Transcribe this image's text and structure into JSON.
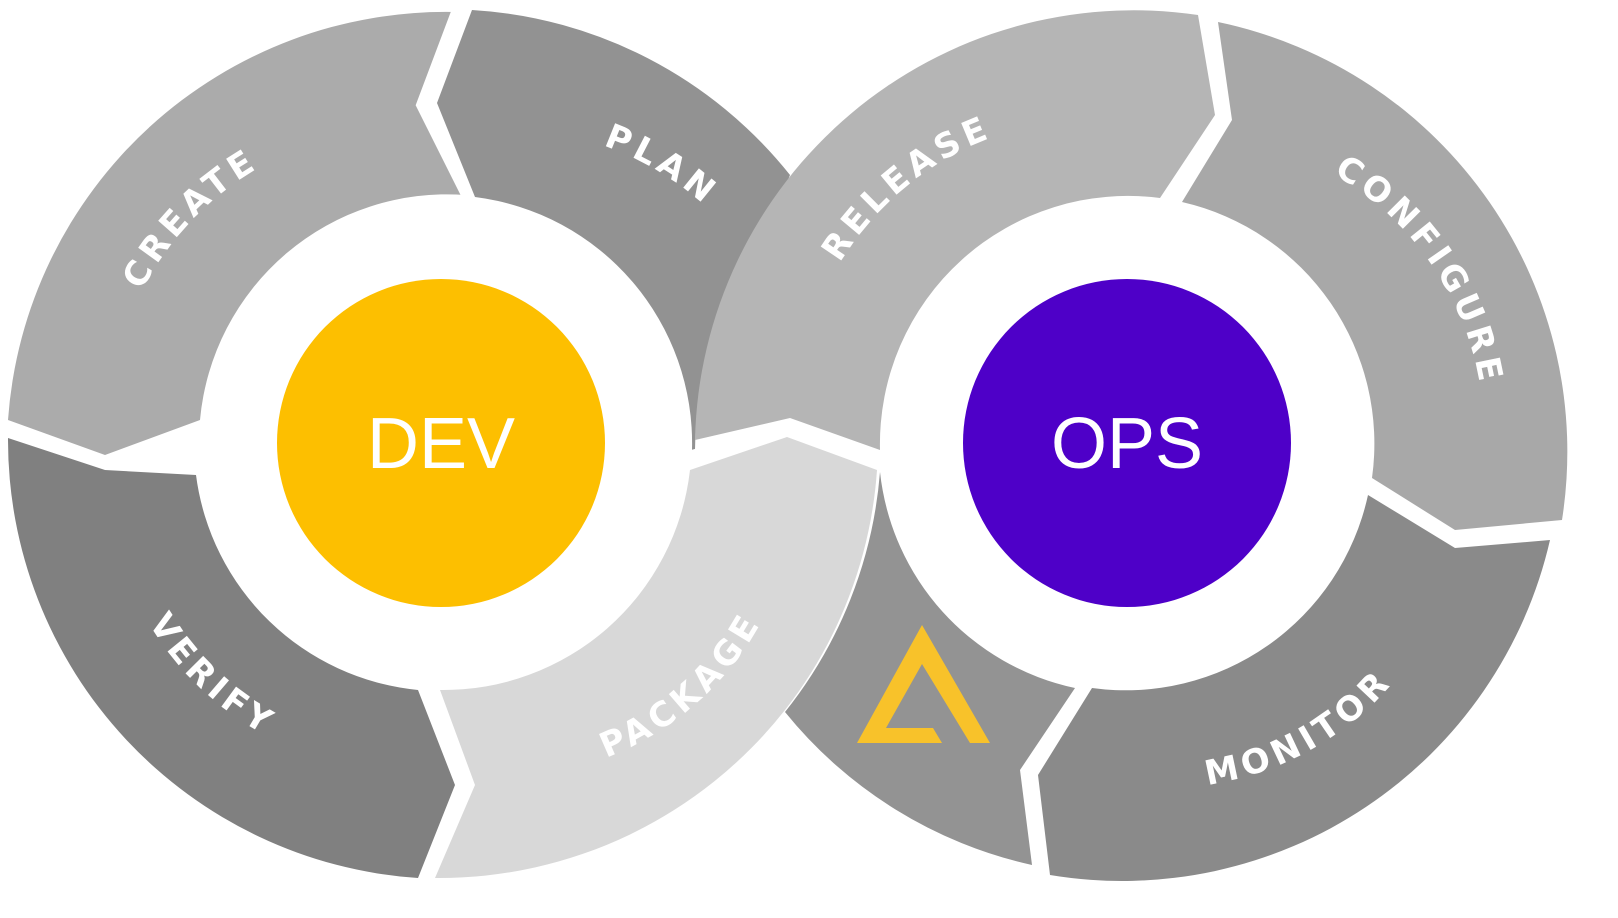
{
  "diagram": {
    "dev_loop": {
      "center_label": "DEV",
      "center_color": "#FDBF00",
      "segments": [
        {
          "label": "PLAN",
          "color": "#929292"
        },
        {
          "label": "CREATE",
          "color": "#ABABAB"
        },
        {
          "label": "VERIFY",
          "color": "#808080"
        },
        {
          "label": "PACKAGE",
          "color": "#D8D8D8"
        }
      ]
    },
    "ops_loop": {
      "center_label": "OPS",
      "center_color": "#4E00C8",
      "segments": [
        {
          "label": "RELEASE",
          "color": "#B5B5B5"
        },
        {
          "label": "CONFIGURE",
          "color": "#A8A8A8"
        },
        {
          "label": "MONITOR",
          "color": "#8A8A8A"
        }
      ],
      "logo_segment_color": "#939393"
    },
    "logo": {
      "icon": "triangle-logo-icon",
      "color": "#F8C22A"
    }
  }
}
